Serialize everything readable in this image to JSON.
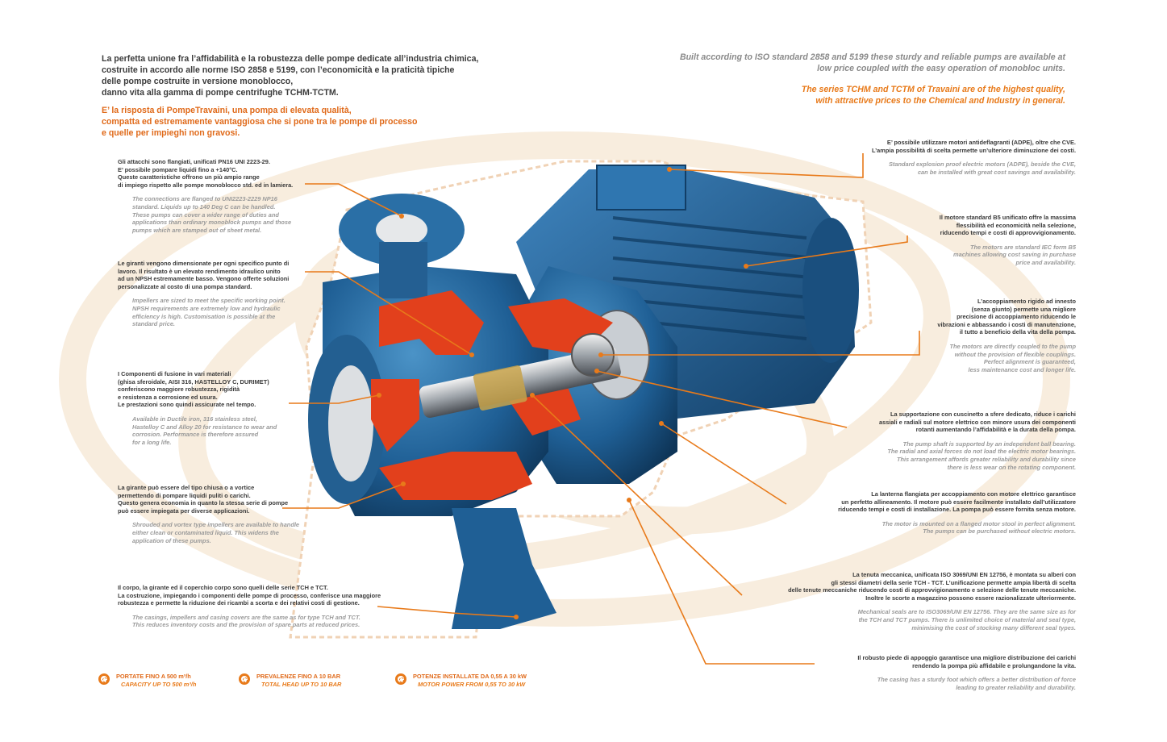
{
  "intro": {
    "it_lines": [
      "La perfetta unione fra l’affidabilità e la robustezza delle pompe dedicate all’industria chimica,",
      "costruite in accordo alle norme ISO 2858 e 5199, con l’economicità e la praticità tipiche",
      "delle pompe costruite in versione monoblocco,",
      "danno vita alla gamma di pompe centrifughe TCHM-TCTM."
    ],
    "it_highlight_lines": [
      "E’ la risposta di PompeTravaini, una pompa di elevata qualità,",
      "compatta ed estremamente vantaggiosa che si pone tra le pompe di processo",
      "e quelle per impieghi non gravosi."
    ],
    "en_lines": [
      "Built according to ISO standard 2858 and 5199 these sturdy and reliable pumps are available at",
      "low price coupled with the easy operation of monobloc units."
    ],
    "en_highlight_lines": [
      "The series TCHM and TCTM of Travaini are of the highest quality,",
      "with attractive prices to the Chemical and Industry in general."
    ]
  },
  "notes_left": [
    {
      "it": [
        "Gli attacchi sono flangiati, unificati PN16 UNI 2223-29.",
        "E’ possibile pompare liquidi fino a +140°C.",
        "Queste caratteristiche offrono un più ampio range",
        "di impiego rispetto alle pompe monoblocco std. ed in lamiera."
      ],
      "en": [
        "The connections are flanged to UNI2223-2229 NP16",
        "standard. Liquids up to 140 Deg C can be handled.",
        "These pumps can cover a wider range of duties and",
        "applications than ordinary monoblock pumps and those",
        "pumps which are stamped out of sheet metal."
      ]
    },
    {
      "it": [
        "Le giranti vengono dimensionate per ogni specifico punto di",
        "lavoro. Il risultato è un elevato rendimento idraulico unito",
        "ad un NPSH estremamente basso. Vengono offerte soluzioni",
        "personalizzate al costo di una pompa standard."
      ],
      "en": [
        "Impellers are sized to meet the specific working point.",
        "NPSH requirements are extremely low and hydraulic",
        "efficiency is high. Customisation is possible at the",
        "standard price."
      ]
    },
    {
      "it": [
        "I Componenti di fusione in vari materiali",
        "(ghisa sferoidale, AISI 316, HASTELLOY C, DURIMET)",
        "conferiscono maggiore robustezza, rigidità",
        "e resistenza a corrosione ed usura.",
        "Le prestazioni sono quindi assicurate nel tempo."
      ],
      "en": [
        "Available in Ductile iron, 316 stainless steel,",
        "Hastelloy C and Alloy 20 for resistance to wear and",
        "corrosion. Performance is therefore assured",
        "for a long life."
      ]
    },
    {
      "it": [
        "La girante può essere del tipo chiusa o a vortice",
        "permettendo di pompare liquidi puliti o carichi.",
        "Questo genera economia in quanto la stessa serie di pompe",
        "può essere impiegata per diverse applicazioni."
      ],
      "en": [
        "Shrouded and vortex type impellers are available to handle",
        "either clean or contaminated liquid. This widens the",
        "application of these pumps."
      ]
    },
    {
      "it": [
        "Il corpo, la girante ed il coperchio corpo sono quelli delle serie TCH e TCT.",
        "La costruzione, impiegando i componenti delle pompe di processo, conferisce una maggiore",
        "robustezza e permette la riduzione dei ricambi a scorta e dei relativi costi di gestione."
      ],
      "en": [
        "The casings, impellers and casing covers are the same as for type TCH and TCT.",
        "This reduces inventory costs and the provision of spare parts at reduced prices."
      ]
    }
  ],
  "notes_right": [
    {
      "it": [
        "E’ possibile utilizzare motori antideflagranti (ADPE), oltre che CVE.",
        "L’ampia possibilità di scelta  permette un’ulteriore diminuzione dei costi."
      ],
      "en": [
        "Standard explosion proof electric motors (ADPE), beside the CVE,",
        "can be installed with great cost savings and availability."
      ]
    },
    {
      "it": [
        "Il motore standard B5 unificato offre la massima",
        "flessibilità ed economicità nella selezione,",
        "riducendo tempi e costi di approvvigionamento."
      ],
      "en": [
        "The motors are standard IEC form B5",
        "machines allowing cost saving in purchase",
        "price and availability."
      ]
    },
    {
      "it": [
        "L’accoppiamento rigido ad innesto",
        "(senza giunto) permette una migliore",
        "precisione di accoppiamento riducendo le",
        "vibrazioni e abbassando i costi di manutenzione,",
        "il tutto a beneficio della vita della pompa."
      ],
      "en": [
        "The motors are directly coupled to the pump",
        "without the provision of flexible couplings.",
        "Perfect alignment is guaranteed,",
        "less maintenance cost and longer life."
      ]
    },
    {
      "it": [
        "La supportazione con cuscinetto a sfere dedicato, riduce i carichi",
        "assiali e radiali sul motore elettrico con minore usura dei componenti",
        "rotanti aumentando l’affidabilità e la durata della pompa."
      ],
      "en": [
        "The pump shaft is supported by an independent ball bearing.",
        "The radial and axial forces do not load the electric motor bearings.",
        "This arrangement affords greater reliability and durability since",
        "there is less wear on the rotating component."
      ]
    },
    {
      "it": [
        "La lanterna flangiata per accoppiamento con motore elettrico garantisce",
        "un perfetto allineamento. Il motore può essere facilmente installato dall’utilizzatore",
        "riducendo tempi e costi di installazione. La pompa può essere fornita senza motore."
      ],
      "en": [
        "The motor is mounted on a flanged motor stool in perfect alignment.",
        "The pumps can be purchased without electric motors."
      ]
    },
    {
      "it": [
        "La tenuta meccanica, unificata ISO 3069/UNI EN 12756, è montata su alberi con",
        "gli stessi diametri della serie TCH - TCT. L’unificazione permette ampia libertà di scelta",
        "delle tenute meccaniche riducendo costi di approvvigionamento e selezione delle tenute meccaniche.",
        "Inoltre le scorte a magazzino possono essere razionalizzate ulteriormente."
      ],
      "en": [
        "Mechanical seals are to ISO3069/UNI EN 12756. They are the same size as for",
        "the TCH and TCT pumps. There is unlimited choice of material and seal type,",
        "minimising the cost of stocking many different seal types."
      ]
    },
    {
      "it": [
        "Il robusto piede di appoggio garantisce una migliore distribuzione dei carichi",
        "rendendo la pompa più affidabile e prolungandone la vita."
      ],
      "en": [
        "The casing has a sturdy foot which offers a better distribution of force",
        "leading to greater reliability and durability."
      ]
    }
  ],
  "features": [
    {
      "it": "PORTATE FINO A 500 m³/h",
      "en": "CAPACITY UP TO 500 m³/h"
    },
    {
      "it": "PREVALENZE FINO A 10 BAR",
      "en": "TOTAL HEAD UP TO 10 BAR"
    },
    {
      "it": "POTENZE INSTALLATE DA 0,55 A 30 kW",
      "en": "MOTOR POWER FROM 0,55 TO 30 kW"
    }
  ],
  "colors": {
    "accent_orange": "#e87a1a",
    "pump_blue": "#2a6fa6",
    "section_red": "#e2401c",
    "body_text": "#3a3a3a",
    "english_text": "#9a9a9a"
  },
  "illustration": "pump-cutaway"
}
